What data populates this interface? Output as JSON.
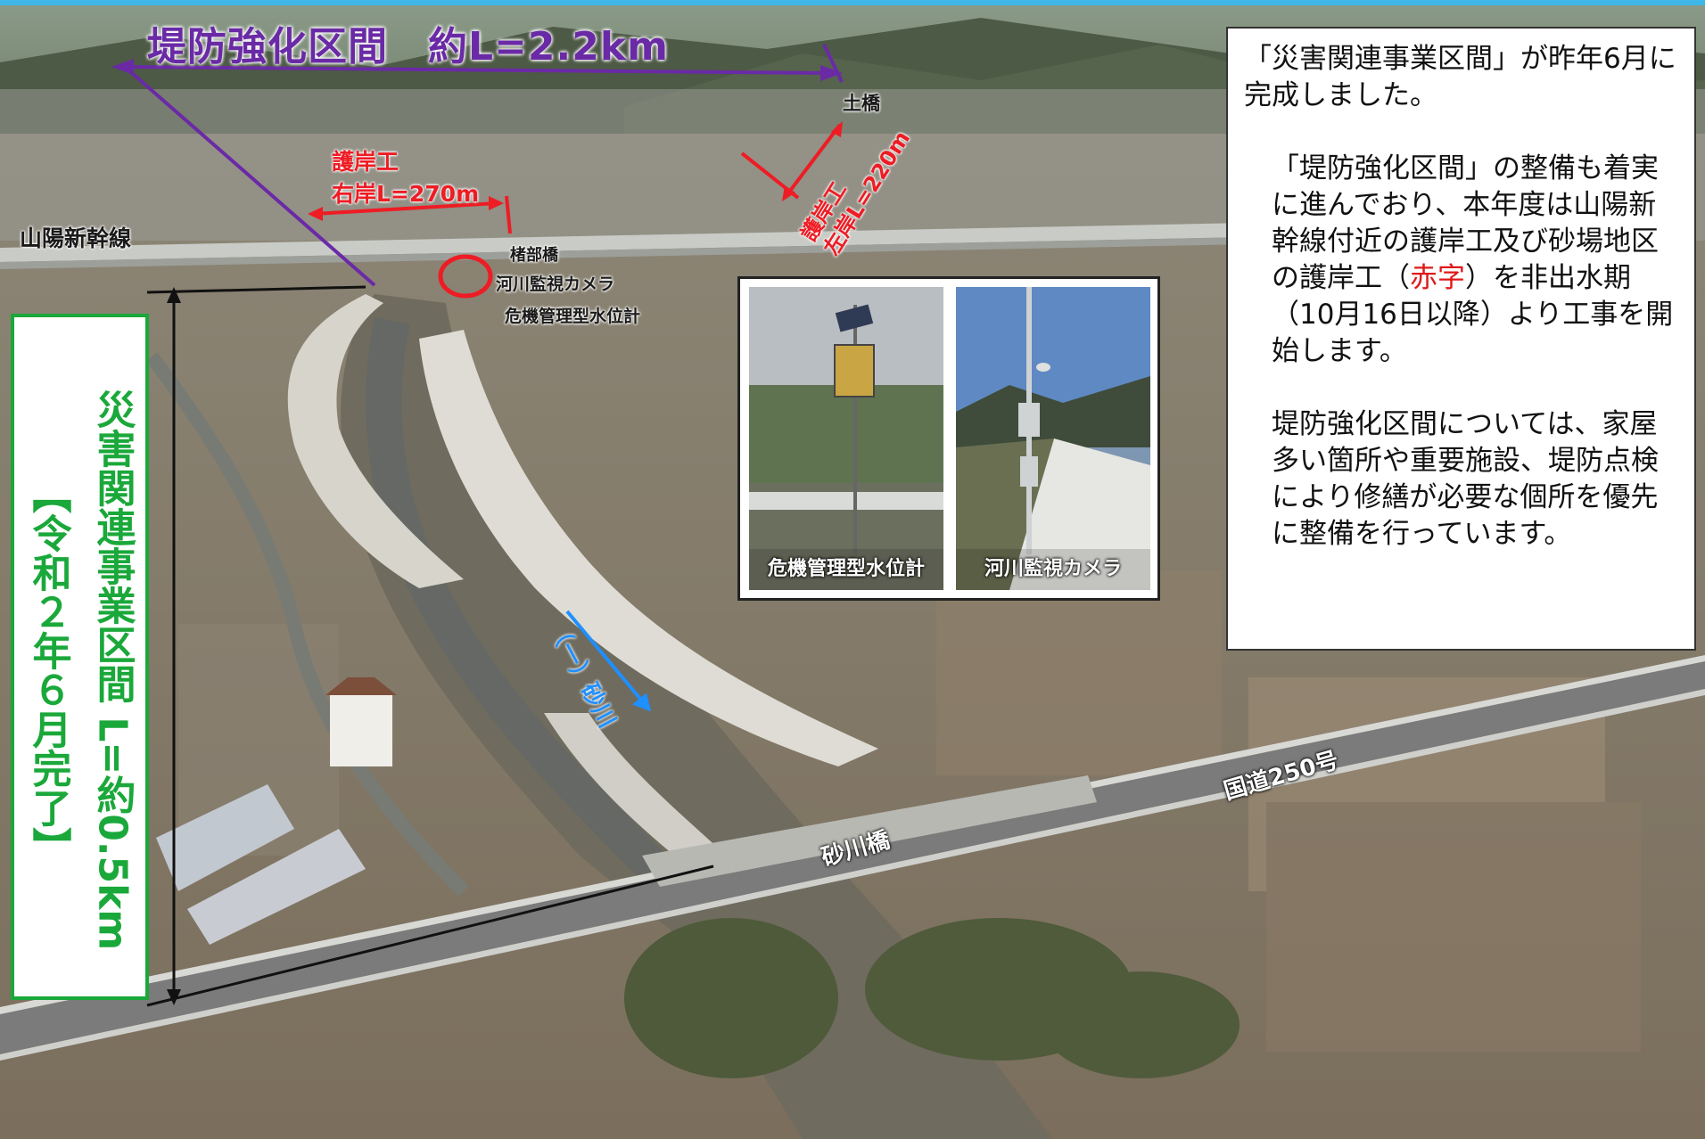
{
  "title": "堤防強化区間　約L=2.2km",
  "labels": {
    "upstream_bridge": "土橋",
    "gogan_right_title": "護岸工",
    "gogan_right_len": "右岸L=270m",
    "gogan_left": "護岸工\n左岸L=220m",
    "sanyo_shinkansen": "山陽新幹線",
    "kabu_bridge": "楮部橋",
    "river_camera": "河川監視カメラ",
    "water_gauge": "危機管理型水位計",
    "river_name": "（一）砂川",
    "route": "国道250号",
    "sunagawa_bridge": "砂川橋"
  },
  "insets": [
    {
      "caption": "危機管理型水位計"
    },
    {
      "caption": "河川監視カメラ"
    }
  ],
  "green_box": {
    "line1": "災害関連事業区間 L=約0.5km",
    "line2": "【令和２年６月完了】"
  },
  "info": {
    "p1": "「災害関連事業区間」が昨年6月に完成しました。",
    "p2_before": "「堤防強化区間」の整備も着実に進んでおり、本年度は山陽新幹線付近の護岸工及び砂場地区の護岸工（",
    "p2_red": "赤字",
    "p2_after": "）を非出水期（10月16日以降）より工事を開始します。",
    "p3": "堤防強化区間については、家屋多い箇所や重要施設、堤防点検により修繕が必要な個所を優先に整備を行っています。"
  },
  "colors": {
    "title_purple": "#6a2aa6",
    "annotation_red": "#ee1c24",
    "green_frame": "#1aa83a",
    "river_arrow": "#1e90ff"
  }
}
